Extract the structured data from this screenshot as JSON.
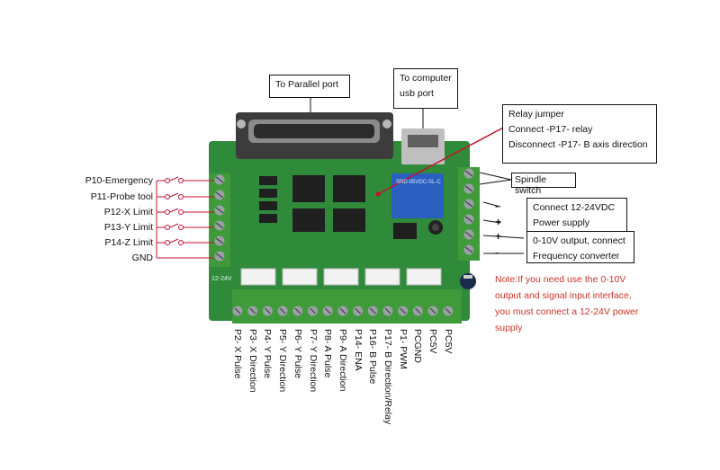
{
  "callouts": {
    "parallel": "To Parallel port",
    "usb_line1": "To computer",
    "usb_line2": "usb port",
    "relay_line1": "Relay jumper",
    "relay_line2": "Connect -P17- relay",
    "relay_line3": "Disconnect -P17- B axis direction",
    "spindle": "Spindle switch",
    "power_line1": "Connect 12-24VDC",
    "power_line2": "Power supply",
    "analog_line1": "0-10V output, connect",
    "analog_line2": "Frequency converter",
    "minus": "-",
    "plus": "+"
  },
  "left_inputs": [
    "P10-Emergency",
    "P11-Probe tool",
    "P12-X Limit",
    "P13-Y Limit",
    "P14-Z Limit",
    "GND"
  ],
  "bottom_pins": [
    "P2- X Pulse",
    "P3- X Direction",
    "P4- Y Pulse",
    "P5- Y Direction",
    "P6- Y Pulse",
    "P7- Y Direction",
    "P8- A Pulse",
    "P9- A Direction",
    "P14- ENA",
    "P16- B Pulse",
    "P17- B Direction/Relay",
    "P1- PWM",
    "PCGND",
    "PC5V",
    "PC5V"
  ],
  "note": {
    "line1": "Note:If you need use the 0-10V",
    "line2": "output and signal input interface,",
    "line3": "you must connect a 12-24V power",
    "line4": "supply"
  },
  "board": {
    "relay_text": "SRD-05VDC-SL-C",
    "power_label": "12-24V"
  },
  "colors": {
    "pcb": "#2f8a3a",
    "terminal": "#3f9a3a",
    "relay": "#2a5fbf",
    "note": "#d0342c",
    "lead_line": "#c8102e"
  }
}
